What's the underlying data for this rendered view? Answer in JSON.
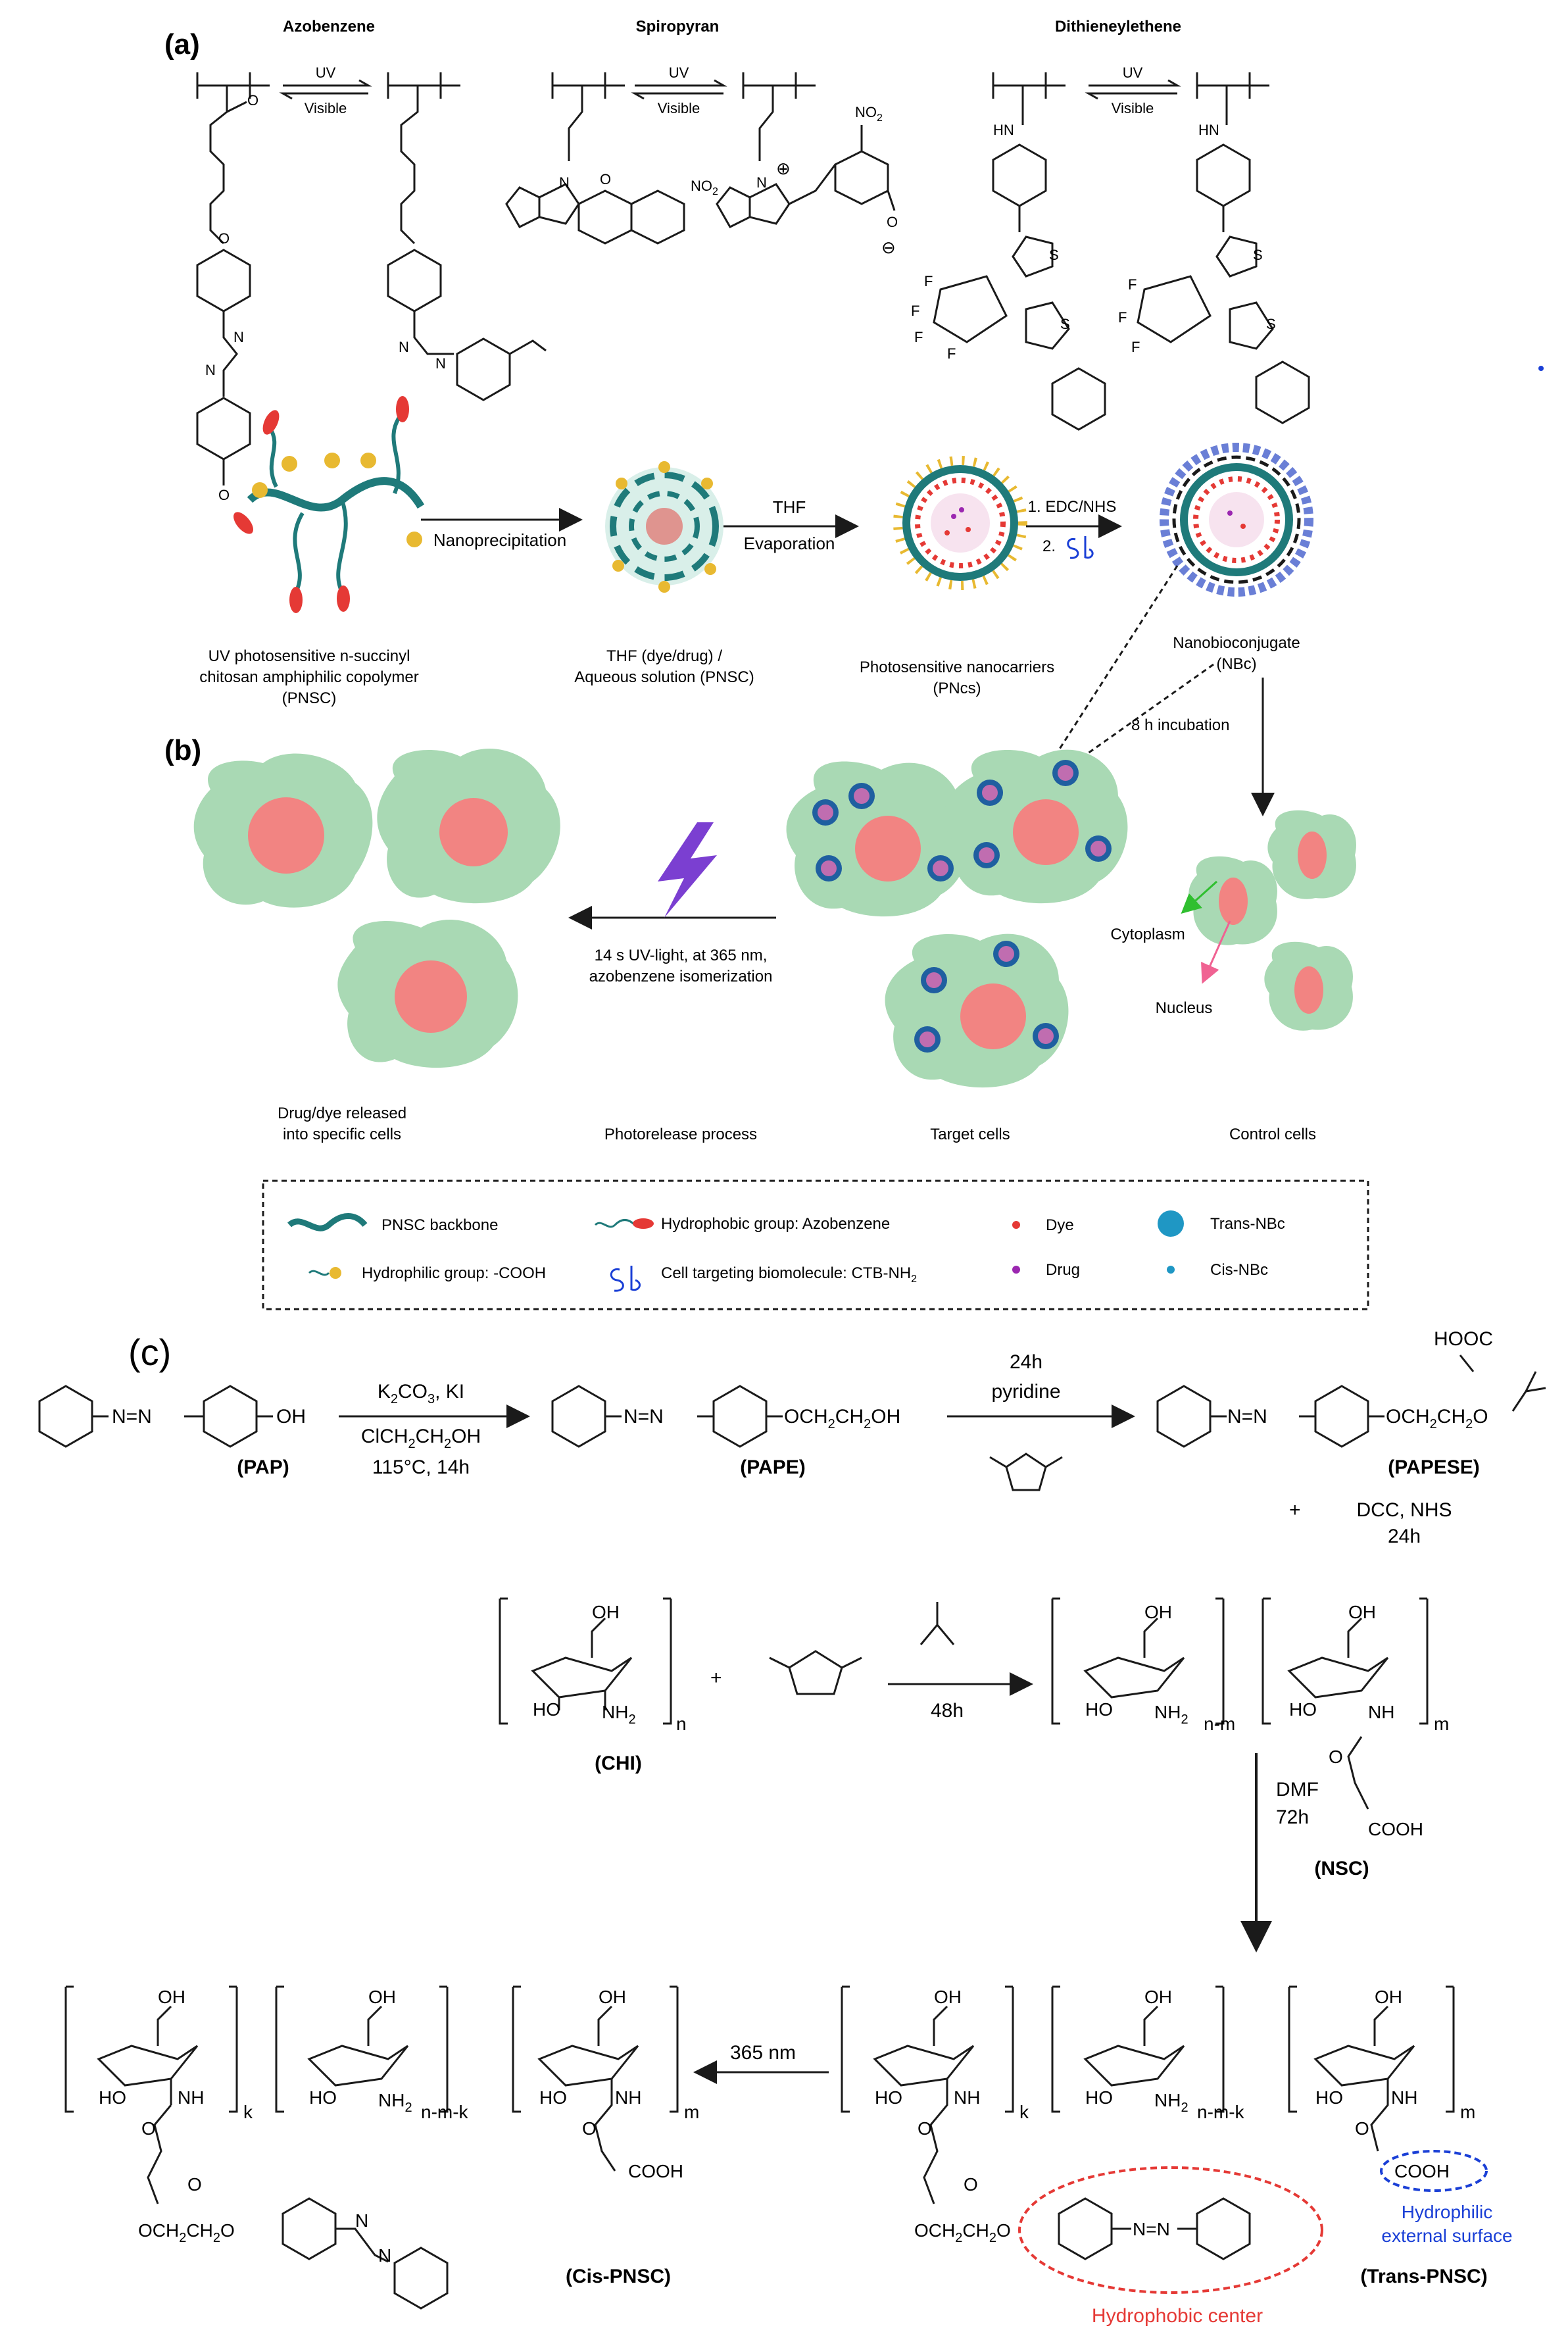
{
  "panel_a": {
    "tag": "(a)",
    "titles": [
      "Azobenzene",
      "Spiropyran",
      "Dithieneylethene"
    ],
    "arrow_top": "UV",
    "arrow_bottom": "Visible",
    "atom_labels": {
      "o": "O",
      "n": "N",
      "no2": "NO",
      "no2_sub": "2",
      "plus": "⊕",
      "minus": "⊖",
      "hn": "HN",
      "s": "S",
      "f": "F"
    }
  },
  "panel_b": {
    "tag": "(b)",
    "step_labels": [
      "Nanoprecipitation",
      "THF",
      "Evaporation",
      "1. EDC/NHS",
      "2."
    ],
    "captions": {
      "pnsc": [
        "UV photosensitive n-succinyl",
        "chitosan amphiphilic copolymer",
        "(PNSC)"
      ],
      "thf": [
        "THF (dye/drug) /",
        "Aqueous solution (PNSC)"
      ],
      "pncs": [
        "Photosensitive nanocarriers",
        "(PNcs)"
      ],
      "nbc": [
        "Nanobioconjugate",
        "(NBc)"
      ],
      "incubation": "8 h incubation",
      "cytoplasm": "Cytoplasm",
      "nucleus": "Nucleus",
      "uv_release": [
        "14 s UV-light, at 365 nm,",
        "azobenzene isomerization"
      ],
      "released": [
        "Drug/dye released",
        "into specific cells"
      ],
      "photorelease": "Photorelease process",
      "target": "Target cells",
      "control": "Control cells"
    },
    "legend": [
      "PNSC backbone",
      "Hydrophilic group: -COOH",
      "Hydrophobic group: Azobenzene",
      "Cell targeting biomolecule: CTB-NH",
      "Dye",
      "Drug",
      "Trans-NBc",
      "Cis-NBc"
    ],
    "legend_sub": "2"
  },
  "panel_c": {
    "tag": "(c)",
    "compounds": {
      "pap": "(PAP)",
      "pape": "(PAPE)",
      "papese": "(PAPESE)",
      "chi": "(CHI)",
      "nsc": "(NSC)",
      "cis": "(Cis-PNSC)",
      "trans": "(Trans-PNSC)"
    },
    "conditions": {
      "step1_top": "K",
      "step1_top_sub": "2",
      "step1_top_rest": "CO",
      "step1_top_sub2": "3",
      "step1_top_end": ", KI",
      "step1_mid": "ClCH",
      "step1_mid_rest": "CH",
      "step1_mid_end": "OH",
      "step1_bottom": "115°C, 14h",
      "step2_top": "24h",
      "step2_mid": "pyridine",
      "plus_dcc": "+",
      "dcc": "DCC, NHS",
      "dcc_time": "24h",
      "step3": "48h",
      "dmf": "DMF",
      "dmf_time": "72h",
      "light": "365 nm"
    },
    "fragments": {
      "oh": "OH",
      "azo": "N=N",
      "och2ch2oh": "OCH",
      "hooc": "HOOC",
      "cooh": "COOH",
      "ho": "HO",
      "nh": "NH",
      "nh2": "NH",
      "o": "O",
      "o_eq": "O",
      "ester": "OCH",
      "n": "n",
      "n_m": "n-m",
      "m": "m",
      "k": "k",
      "n_m_k": "n-m-k",
      "plus": "+"
    },
    "annotations": {
      "hydrophilic": [
        "Hydrophilic",
        "external surface"
      ],
      "hydrophobic": "Hydrophobic center"
    }
  },
  "colors": {
    "cell_fill": "#a9d9b4",
    "nucleus": "#f28482",
    "teal": "#1f7a7a",
    "red": "#e53935",
    "gold": "#e8b931",
    "purple_bolt": "#7b3fd1",
    "blue_ann": "#1a3fd6",
    "red_ann": "#e53935"
  }
}
